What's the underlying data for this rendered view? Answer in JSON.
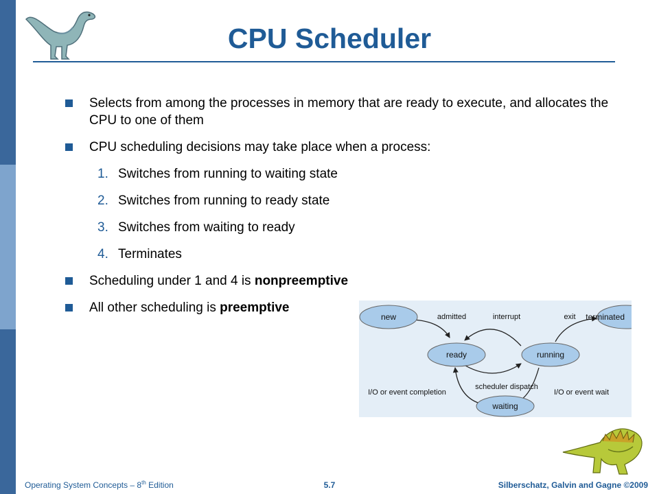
{
  "slide": {
    "title": "CPU Scheduler",
    "bullets": [
      {
        "text": "Selects from among the processes in memory that are ready to execute, and allocates the CPU to one of them"
      },
      {
        "text": "CPU scheduling decisions may take place when a process:"
      }
    ],
    "sub_items": [
      {
        "num": "1.",
        "text": "Switches from running to waiting state"
      },
      {
        "num": "2.",
        "text": "Switches from running to ready state"
      },
      {
        "num": "3.",
        "text": "Switches from waiting to ready"
      },
      {
        "num": "4.",
        "text": "Terminates"
      }
    ],
    "bullet3": {
      "prefix": "Scheduling under 1 and 4 is ",
      "bold": "nonpreemptive"
    },
    "bullet4": {
      "prefix": "All other scheduling is ",
      "bold": "preemptive"
    }
  },
  "diagram": {
    "states": {
      "new": "new",
      "ready": "ready",
      "running": "running",
      "waiting": "waiting",
      "terminated": "terminated"
    },
    "transitions": {
      "admitted": "admitted",
      "interrupt": "interrupt",
      "exit": "exit",
      "scheduler_dispatch": "scheduler dispatch",
      "io_completion": "I/O or event completion",
      "io_wait": "I/O or event wait"
    }
  },
  "footer": {
    "left_prefix": "Operating System Concepts – 8",
    "left_sup": "th",
    "left_suffix": " Edition",
    "center": "5.7",
    "right": "Silberschatz, Galvin and Gagne ©2009"
  },
  "colors": {
    "title": "#1f5b96",
    "sidebar_dark": "#3a679b",
    "sidebar_light": "#7ea4cd",
    "state_fill": "#a9cbea",
    "diagram_bg": "#e4eef7"
  }
}
